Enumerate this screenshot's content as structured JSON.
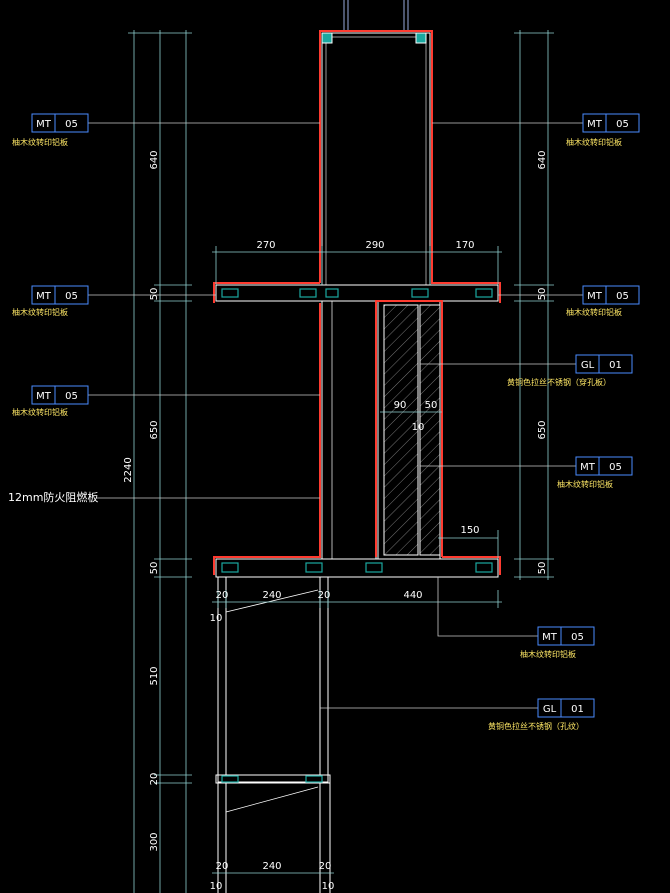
{
  "colors": {
    "background": "#000000",
    "wall": "#ffffff",
    "outline": "#ff3b30",
    "dimension": "#8fd0d0",
    "dim_text": "#ffffff",
    "leader": "#ffffff",
    "tag_border": "#4a8bff",
    "tag_text": "#ffffff",
    "note": "#ffe866",
    "panel": "#1aa8a0",
    "hatch": "#888888"
  },
  "tags": {
    "mt_top_left": {
      "code": "MT",
      "num": "05",
      "note": "柚木纹转印铝板"
    },
    "mt_top_right": {
      "code": "MT",
      "num": "05",
      "note": "柚木纹转印铝板"
    },
    "mt_mid_left": {
      "code": "MT",
      "num": "05",
      "note": "柚木纹转印铝板"
    },
    "mt_mid_right": {
      "code": "MT",
      "num": "05",
      "note": "柚木纹转印铝板"
    },
    "mt_lower_left": {
      "code": "MT",
      "num": "05",
      "note": "柚木纹转印铝板"
    },
    "gl_right_1": {
      "code": "GL",
      "num": "01",
      "note": "黄铜色拉丝不锈钢（穿孔板）"
    },
    "mt_right_lower": {
      "code": "MT",
      "num": "05",
      "note": "柚木纹转印铝板"
    },
    "mt_bottom_center": {
      "code": "MT",
      "num": "05",
      "note": "柚木纹转印铝板"
    },
    "gl_bottom": {
      "code": "GL",
      "num": "01",
      "note": "黄铜色拉丝不锈钢（孔纹）"
    }
  },
  "callouts": {
    "fire_board": "12mm防火阻燃板"
  },
  "dimensions": {
    "left_640": "640",
    "left_50a": "50",
    "left_650": "650",
    "left_50b": "50",
    "left_510": "510",
    "left_20": "20",
    "left_300": "300",
    "total_2240": "2240",
    "right_640": "640",
    "right_50a": "50",
    "right_650": "650",
    "right_50b": "50",
    "top_270": "270",
    "top_290": "290",
    "top_170": "170",
    "inner_90": "90",
    "inner_50": "50",
    "inner_10": "10",
    "inner_150": "150",
    "bot_20a": "20",
    "bot_240": "240",
    "bot_20b": "20",
    "bot_440": "440",
    "bot_10": "10",
    "foot_20a": "20",
    "foot_240": "240",
    "foot_20b": "20",
    "foot_10a": "10",
    "foot_10b": "10"
  }
}
